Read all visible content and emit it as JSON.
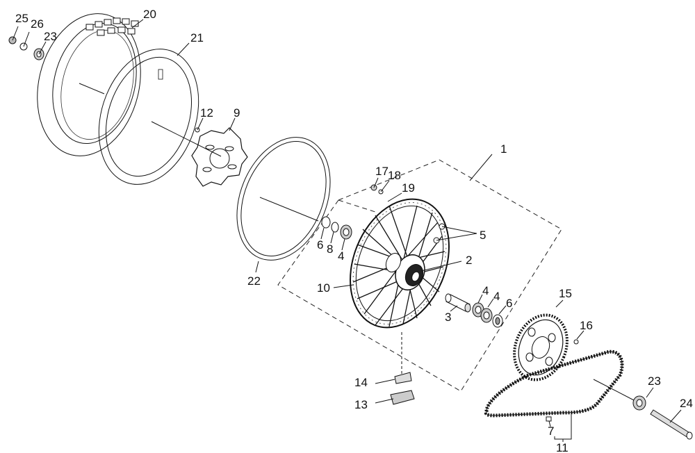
{
  "diagram": {
    "labels": {
      "p1": "1",
      "p2": "2",
      "p3": "3",
      "p4a": "4",
      "p4b": "4",
      "p4c": "4",
      "p5": "5",
      "p6a": "6",
      "p6b": "6",
      "p7": "7",
      "p8": "8",
      "p9": "9",
      "p10": "10",
      "p11": "11",
      "p12": "12",
      "p13": "13",
      "p14": "14",
      "p15": "15",
      "p16": "16",
      "p17": "17",
      "p18": "18",
      "p19": "19",
      "p20": "20",
      "p21": "21",
      "p22": "22",
      "p23a": "23",
      "p23b": "23",
      "p24": "24",
      "p25": "25",
      "p26": "26"
    }
  }
}
